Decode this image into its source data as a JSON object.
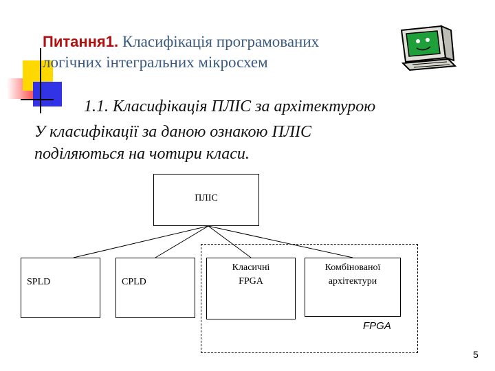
{
  "title": {
    "bold": "Питання1.",
    "line1": " Класифікація програмованих",
    "line2": "логічних інтегральних мікросхем"
  },
  "subheading": "1.1. Класифікація ПЛІС за архітектурою",
  "paragraph": {
    "line1": "У класифікації за даною ознакою ПЛІС",
    "line2": "поділяються на чотири класи."
  },
  "diagram": {
    "root": "ПЛІС",
    "spld": "SPLD",
    "cpld": "CPLD",
    "classic_line1": "Класичні",
    "classic_line2": "FPGA",
    "combined_line1": "Комбінованої",
    "combined_line2": "архітектури",
    "group_label": "FPGA"
  },
  "page_number": "5",
  "colors": {
    "title_bold": "#b01010",
    "title_text": "#3a5a82",
    "accent_yellow": "#ffd800",
    "accent_blue": "#3232e6",
    "accent_red": "#ff3030"
  },
  "icons": [
    "computer-monitor-icon"
  ]
}
